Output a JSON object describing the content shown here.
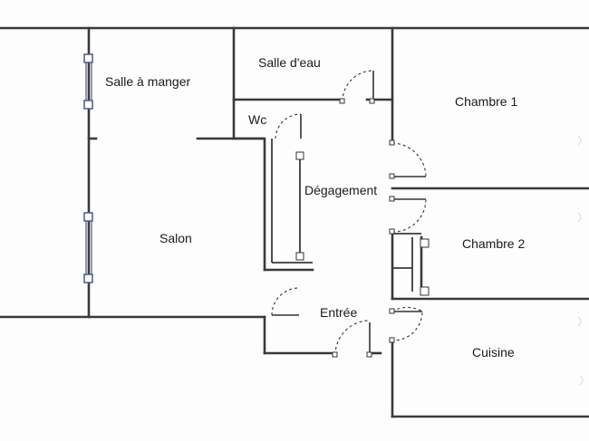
{
  "rooms": {
    "salle_a_manger": "Salle à manger",
    "salle_d_eau": "Salle d'eau",
    "wc": "Wc",
    "chambre_1": "Chambre 1",
    "degagement": "Dégagement",
    "salon": "Salon",
    "chambre_2": "Chambre 2",
    "entree": "Entrée",
    "cuisine": "Cuisine"
  }
}
